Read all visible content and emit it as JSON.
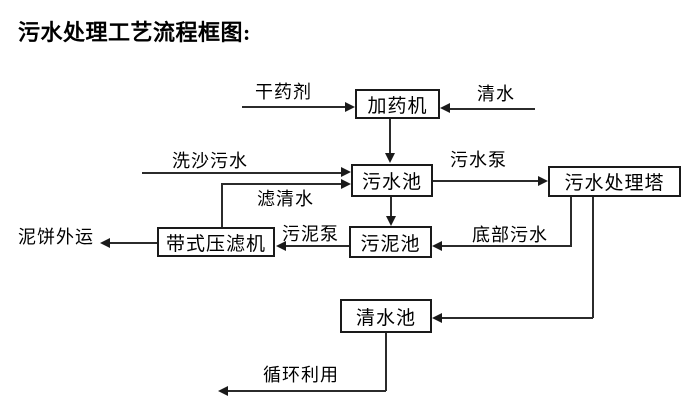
{
  "title": "污水处理工艺流程框图:",
  "diagram": {
    "type": "flowchart",
    "nodes": [
      {
        "id": "dosing-machine",
        "label": "加药机"
      },
      {
        "id": "sewage-pool",
        "label": "污水池"
      },
      {
        "id": "sewage-treatment-tower",
        "label": "污水处理塔"
      },
      {
        "id": "sludge-pool",
        "label": "污泥池"
      },
      {
        "id": "belt-filter-press",
        "label": "带式压滤机"
      },
      {
        "id": "clear-water-pool",
        "label": "清水池"
      }
    ],
    "edges": [
      {
        "from": "dry-agent-source",
        "to": "dosing-machine",
        "label": "干药剂"
      },
      {
        "from": "clear-water-source",
        "to": "dosing-machine",
        "label": "清水"
      },
      {
        "from": "dosing-machine",
        "to": "sewage-pool",
        "label": ""
      },
      {
        "from": "sand-washing-sewage-source",
        "to": "sewage-pool",
        "label": "洗沙污水"
      },
      {
        "from": "belt-filter-press",
        "to": "sewage-pool",
        "label": "滤清水"
      },
      {
        "from": "sewage-pool",
        "to": "sewage-treatment-tower",
        "label": "污水泵"
      },
      {
        "from": "sewage-pool",
        "to": "sludge-pool",
        "label": ""
      },
      {
        "from": "sewage-treatment-tower",
        "to": "sludge-pool",
        "label": "底部污水"
      },
      {
        "from": "sludge-pool",
        "to": "belt-filter-press",
        "label": "污泥泵"
      },
      {
        "from": "belt-filter-press",
        "to": "offsite",
        "label": "泥饼外运"
      },
      {
        "from": "sewage-treatment-tower",
        "to": "clear-water-pool",
        "label": ""
      },
      {
        "from": "clear-water-pool",
        "to": "reuse",
        "label": "循环利用"
      }
    ],
    "colors": {
      "line": "#2b2b2b",
      "box_border": "#1a1a1a",
      "box_fill": "#ffffff",
      "text": "#000000",
      "background": "#ffffff"
    }
  }
}
